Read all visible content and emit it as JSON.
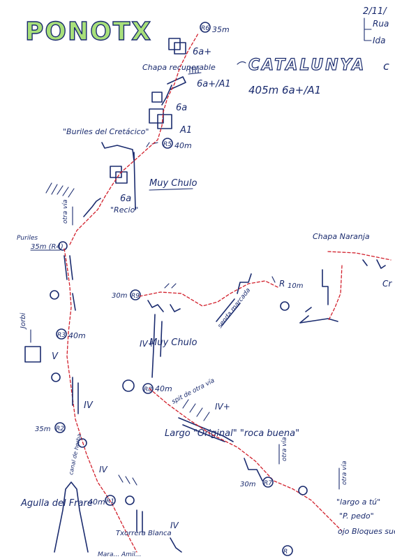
{
  "header": {
    "title": "PONOTX",
    "title_color": "#a8e07a",
    "date": "2/11/",
    "legend_1": "Rua",
    "legend_2": "Ida",
    "region": "CATALUNYA",
    "region_suffix": "c",
    "summary": "405m 6a+/A1"
  },
  "colors": {
    "ink": "#1a2b6e",
    "route": "#d21f2b",
    "title_fill": "#a8e07a"
  },
  "relays": {
    "r6": {
      "label": "R6",
      "length": "35m"
    },
    "r5": {
      "label": "R5",
      "length": "40m"
    },
    "r4_top": {
      "length": "35m (R4)",
      "name": "Puriles"
    },
    "r3": {
      "label": "R3",
      "length": "40m"
    },
    "r2": {
      "label": "R2",
      "length": "35m"
    },
    "r1": {
      "label": "R1",
      "length": "40m"
    },
    "rq": {
      "label": "R9",
      "length": "30m"
    },
    "r8": {
      "label": "R8",
      "length": "40m"
    },
    "r7": {
      "label": "R7",
      "length": "30m"
    },
    "r10": {
      "label": "R",
      "length": "10m"
    },
    "rbottom": {
      "label": "R"
    }
  },
  "grades": {
    "g_6a_plus_top": "6a+",
    "g_6a_plus_a1": "6a+/A1",
    "g_6a_mid": "6a",
    "g_a1": "A1",
    "g_6a_low": "6a",
    "g_v": "V",
    "g_iv_left": "IV",
    "g_iv_plus_center": "IV+",
    "g_iv_plus_right": "IV+",
    "g_iv_bottom": "IV",
    "g_iv_bottom2": "IV"
  },
  "annotations": {
    "chapa_recuperable": "Chapa recuperable",
    "buriles_cretacico": "\"Buriles del Cretácico\"",
    "muy_chulo_top": "Muy Chulo",
    "recio": "\"Recio\"",
    "otra_via_1": "otra vía",
    "jorbi": "Jorbi",
    "muy_chulo_mid": "Muy Chulo",
    "senda_marcada": "senda marcada",
    "spit_otra_via": "spit de otra vía",
    "largo_original": "Largo \"Original\" \"roca buena\"",
    "chapa_naranja": "Chapa Naranja",
    "aguila_frare": "Agulla del Frare",
    "canal_herba": "canal de herba",
    "txorrera_blanca": "Txorrera Blanca",
    "otra_via_2": "otra vía",
    "otra_via_3": "otra vía",
    "largo_a_tope": "\"largo a tú\"",
    "p_pedo": "\"P. pedo\"",
    "ojo_bloques": "ojo Bloques sueltos",
    "cr_edge": "Cr",
    "marcaje_bottom": "Mara... Amil..."
  }
}
